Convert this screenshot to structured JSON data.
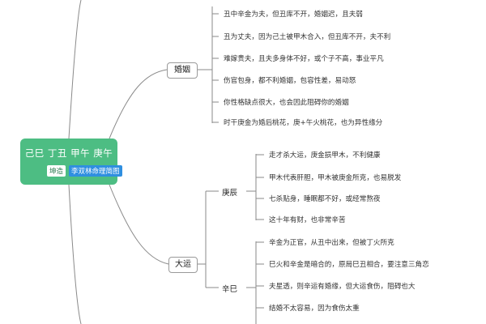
{
  "root": {
    "title": "己巳 丁丑 甲午 庚午",
    "tag1": "坤造",
    "tag2": "李双林命理简图"
  },
  "marriage": {
    "label": "婚姻",
    "leaves": [
      "丑中辛金为夫，但丑库不开，婚姻迟，且夫弱",
      "丑为丈夫，因为己土被甲木合入，但丑库不开，夫不利",
      "难嫁贵夫，且夫多身体不好，或个子不高，事业平凡",
      "伤官包身，都不利婚姻，包容性差，易动怒",
      "你性格缺点很大，也会因此阻碍你的婚姻",
      "时干庚金为婚后桃花，庚+午火桃花，也为异性缘分"
    ]
  },
  "dayun": {
    "label": "大运",
    "gengchen": {
      "label": "庚辰",
      "leaves": [
        "走才杀大运，庚金损甲木，不利健康",
        "甲木代表肝胆，甲木被庚金所克，也易脱发",
        "七杀贴身，睡眠都不好，或经常熬夜",
        "这十年有财，也非常辛苦"
      ]
    },
    "xinsi": {
      "label": "辛巳",
      "leaves": [
        "辛金为正官，从丑中出来，但被丁火所克",
        "巳火和辛金是暗合的，原局巳丑相合，要注意三角恋",
        "夫星透，则辛运有婚缘，但大运食伤，阻碍也大",
        "结婚不太容易，因为食伤太重"
      ]
    }
  }
}
